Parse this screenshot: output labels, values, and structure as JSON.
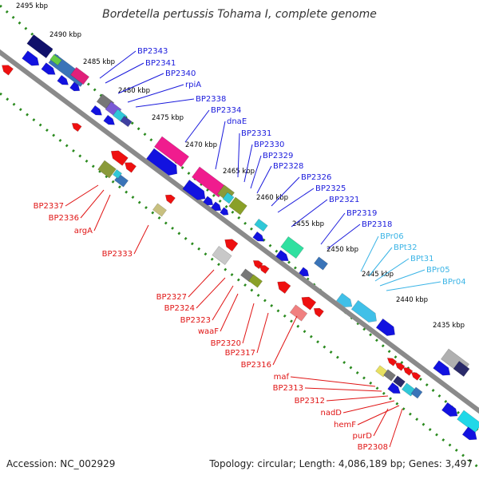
{
  "title": "Bordetella pertussis Tohama I, complete genome",
  "footer": {
    "accession": "Accession: NC_002929",
    "summary": "Topology: circular; Length: 4,086,189 bp; Genes: 3,497"
  },
  "colors": {
    "forward_labels": "#1a1adc",
    "reverse_labels": "#e01414",
    "rna_labels": "#3ab4e6",
    "backbone": "#8a8a8a",
    "scale_dots": "#2a8a1e"
  },
  "scale_ticks": [
    "2495 kbp",
    "2490 kbp",
    "2485 kbp",
    "2480 kbp",
    "2475 kbp",
    "2470 kbp",
    "2465 kbp",
    "2460 kbp",
    "2455 kbp",
    "2450 kbp",
    "2445 kbp",
    "2440 kbp",
    "2435 kbp"
  ],
  "forward_labels": [
    "BP2343",
    "BP2341",
    "BP2340",
    "rpiA",
    "BP2338",
    "BP2334",
    "dnaE",
    "BP2331",
    "BP2330",
    "BP2329",
    "BP2328",
    "BP2326",
    "BP2325",
    "BP2321",
    "BP2319",
    "BP2318"
  ],
  "rna_labels": [
    "BPr06",
    "BPt32",
    "BPt31",
    "BPr05",
    "BPr04"
  ],
  "reverse_labels": [
    "BP2337",
    "BP2336",
    "argA",
    "BP2333",
    "BP2327",
    "BP2324",
    "BP2323",
    "waaF",
    "BP2320",
    "BP2317",
    "BP2316",
    "maf",
    "BP2313",
    "BP2312",
    "nadD",
    "hemF",
    "purD",
    "BP2308"
  ]
}
